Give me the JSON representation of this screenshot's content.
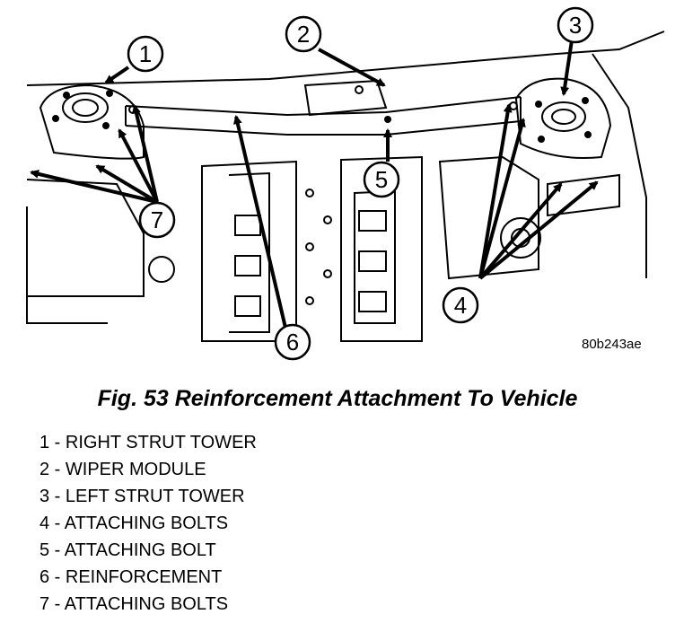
{
  "figure": {
    "ref_code": "80b243ae",
    "caption": "Fig. 53 Reinforcement Attachment To Vehicle",
    "callouts": [
      "1",
      "2",
      "3",
      "4",
      "5",
      "6",
      "7"
    ],
    "legend": [
      "1 - RIGHT STRUT TOWER",
      "2 - WIPER MODULE",
      "3 - LEFT STRUT TOWER",
      "4 - ATTACHING BOLTS",
      "5 - ATTACHING BOLT",
      "6 - REINFORCEMENT",
      "7 - ATTACHING BOLTS"
    ]
  }
}
